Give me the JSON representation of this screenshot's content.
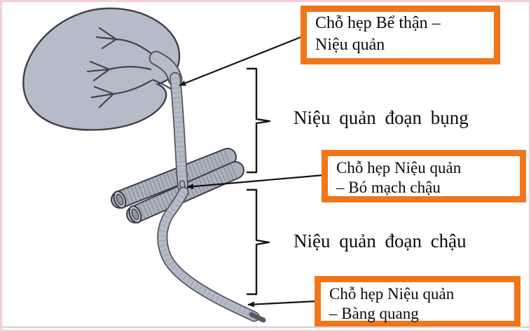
{
  "figure": {
    "colors": {
      "callout_border_orange": "#F0761A",
      "frame_pink": "#F8CCD4",
      "kidney_fill": "#B6BBC9",
      "line_black": "#141414",
      "text_black": "#0B0B0B"
    },
    "callouts": [
      {
        "name": "ureteropelvic-junction",
        "line1": "Chỗ hẹp Bể thận –",
        "line2": "Niệu quản"
      },
      {
        "name": "iliac-vessel-crossing",
        "line1": "Chỗ hẹp Niệu quản",
        "line2": "– Bó mạch chậu"
      },
      {
        "name": "bladder-junction",
        "line1": "Chỗ hẹp Niệu quản",
        "line2": "– Bàng quang"
      }
    ],
    "segment_labels": [
      {
        "name": "abdominal-segment",
        "text": "Niệu quản đoạn bụng"
      },
      {
        "name": "pelvic-segment",
        "text": "Niệu quản đoạn chậu"
      }
    ],
    "illustration_parts": [
      "kidney",
      "renal-calyces",
      "renal-pelvis",
      "ureter",
      "iliac-vessel-bundle",
      "ureter-bladder-tip"
    ]
  }
}
